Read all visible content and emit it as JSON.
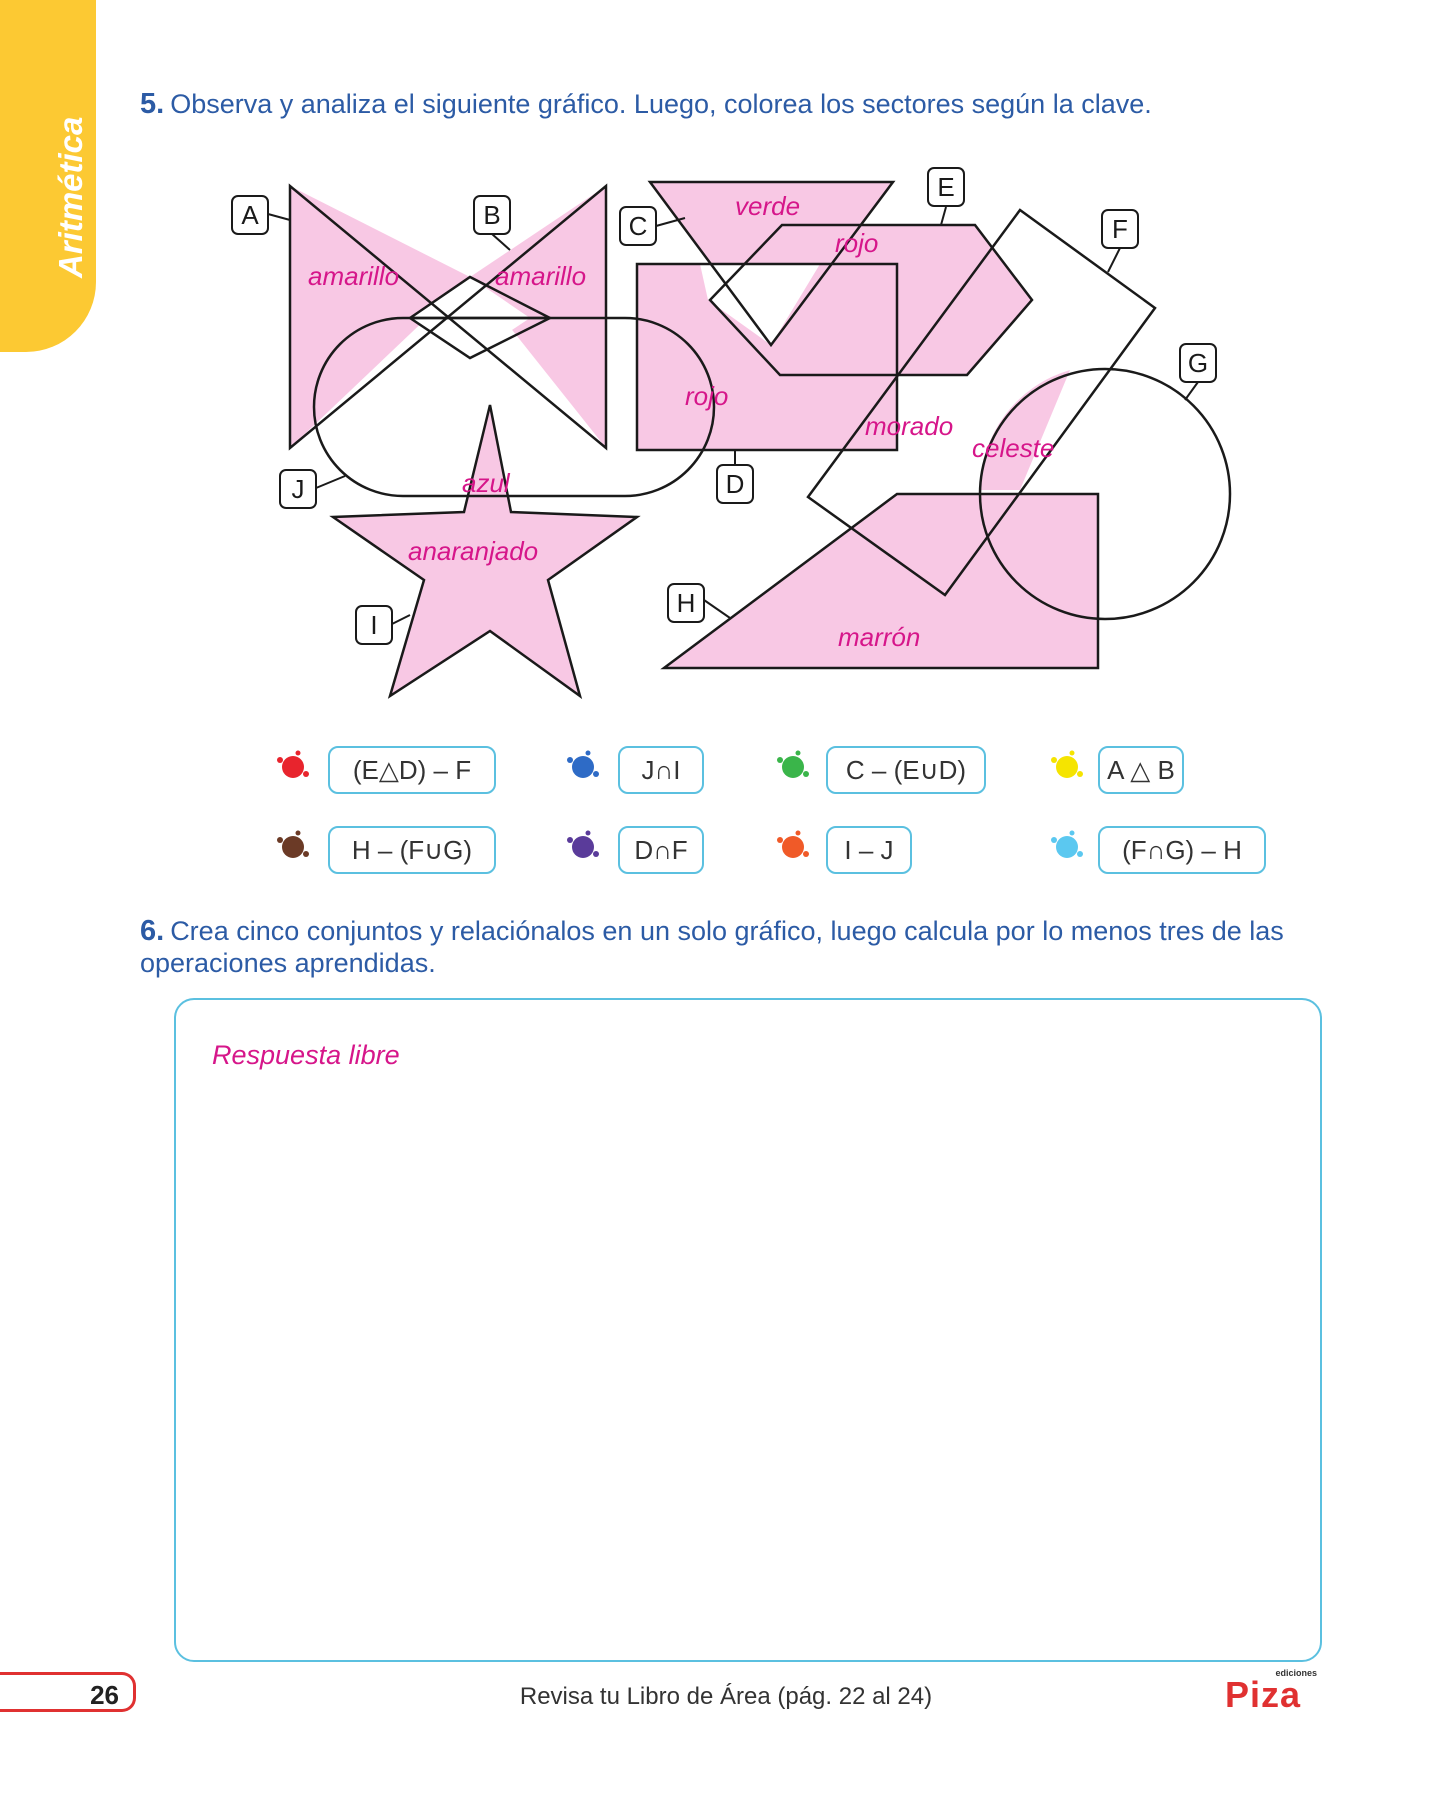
{
  "side_tab": "Aritmética",
  "q5": {
    "number": "5.",
    "text": "Observa y analiza el siguiente gráfico. Luego, colorea los sectores según la clave."
  },
  "figure": {
    "set_labels": [
      "A",
      "B",
      "C",
      "D",
      "E",
      "F",
      "G",
      "H",
      "I",
      "J"
    ],
    "region_labels": [
      "amarillo",
      "amarillo",
      "verde",
      "rojo",
      "rojo",
      "morado",
      "celeste",
      "azul",
      "anaranjado",
      "marrón"
    ]
  },
  "key": [
    {
      "color": "#e8242d",
      "expr": "(E△D) – F"
    },
    {
      "color": "#2e6bc6",
      "expr": "J∩I"
    },
    {
      "color": "#3ab54a",
      "expr": "C – (E∪D)"
    },
    {
      "color": "#f5e400",
      "expr": "A △ B"
    },
    {
      "color": "#6b3a26",
      "expr": "H – (F∪G)"
    },
    {
      "color": "#5a3b9a",
      "expr": "D∩F"
    },
    {
      "color": "#f05a28",
      "expr": "I – J"
    },
    {
      "color": "#5bc8f0",
      "expr": "(F∩G) – H"
    }
  ],
  "q6": {
    "number": "6.",
    "text": "Crea cinco conjuntos y relaciónalos en un solo gráfico, luego calcula por lo menos tres de las operaciones aprendidas."
  },
  "answer_hint": "Respuesta libre",
  "page_number": "26",
  "footer": "Revisa tu Libro de Área (pág. 22 al 24)",
  "logo": {
    "small": "ediciones",
    "brand": "Piza"
  },
  "colors": {
    "fill": "#f8c8e4",
    "label": "#d6168a",
    "title": "#2c5ba5",
    "key_border": "#5bc0e0"
  }
}
